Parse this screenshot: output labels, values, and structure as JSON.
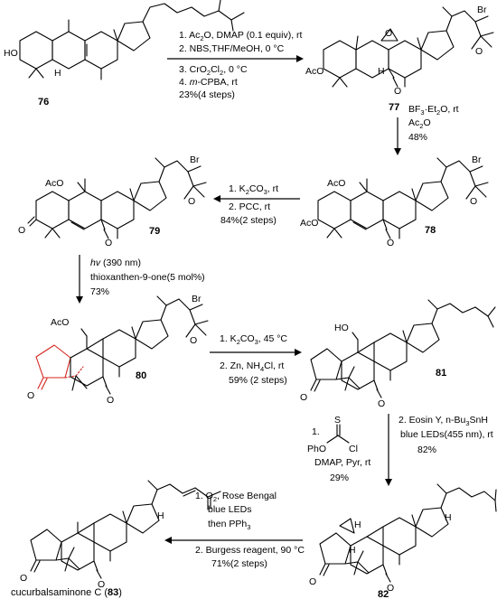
{
  "compounds": {
    "c76": "76",
    "c77": "77",
    "c78": "78",
    "c79": "79",
    "c80": "80",
    "c81": "81",
    "c82": "82",
    "c83_name": "cucurbalsaminone C (",
    "c83_num": "83",
    "c83_close": ")"
  },
  "step1": {
    "l1": "1. Ac",
    "l1_sub": "2",
    "l1_rest": "O, DMAP (0.1 equiv), rt",
    "l2": "2. NBS,THF/MeOH,  0  °C",
    "l3": "3. CrO",
    "l3_sub1": "2",
    "l3_mid": "Cl",
    "l3_sub2": "2",
    "l3_rest": ", 0  °C",
    "l4a": "4. ",
    "l4_italic": "m",
    "l4b": "-CPBA, rt",
    "l5": "23%(4 steps)"
  },
  "step2": {
    "l1a": "BF",
    "l1_sub1": "3",
    "l1b": "·Et",
    "l1_sub2": "2",
    "l1c": "O, rt",
    "l2a": "Ac",
    "l2_sub": "2",
    "l2b": "O",
    "l3": "48%"
  },
  "step3": {
    "l1a": "1. K",
    "l1_sub1": "2",
    "l1b": "CO",
    "l1_sub2": "3",
    "l1c": ", rt",
    "l2": "2. PCC, rt",
    "l3": "84%(2 steps)"
  },
  "step4": {
    "l1_italic": "hv",
    "l1b": " (390 nm)",
    "l2": "thioxanthen-9-one(5 mol%)",
    "l3": "73%"
  },
  "step5": {
    "l1a": "1. K",
    "l1_sub1": "2",
    "l1b": "CO",
    "l1_sub2": "3",
    "l1c": ", 45  °C",
    "l2a": "2. Zn, NH",
    "l2_sub": "4",
    "l2b": "Cl, rt",
    "l3": "59% (2 steps)"
  },
  "step6": {
    "left_num": "1.",
    "reagent_s": "S",
    "reagent_pho": "PhO",
    "reagent_cl": "Cl",
    "left_l2": "DMAP, Pyr, rt",
    "left_l3": "29%",
    "right_l1": "2. Eosin Y, n-Bu",
    "right_l1_sub": "3",
    "right_l1b": "SnH",
    "right_l2": "blue LEDs(455 nm), rt",
    "right_l3": "82%"
  },
  "step7": {
    "l1a": "1. O",
    "l1_sub": "2",
    "l1b": ", Rose Bengal",
    "l2": "blue LEDs",
    "l3a": "then PPh",
    "l3_sub": "3",
    "l4": "2. Burgess reagent, 90  °C",
    "l5": "71%(2 steps)"
  },
  "atoms": {
    "ho": "HO",
    "h": "H",
    "aco": "AcO",
    "o": "O",
    "br": "Br"
  }
}
